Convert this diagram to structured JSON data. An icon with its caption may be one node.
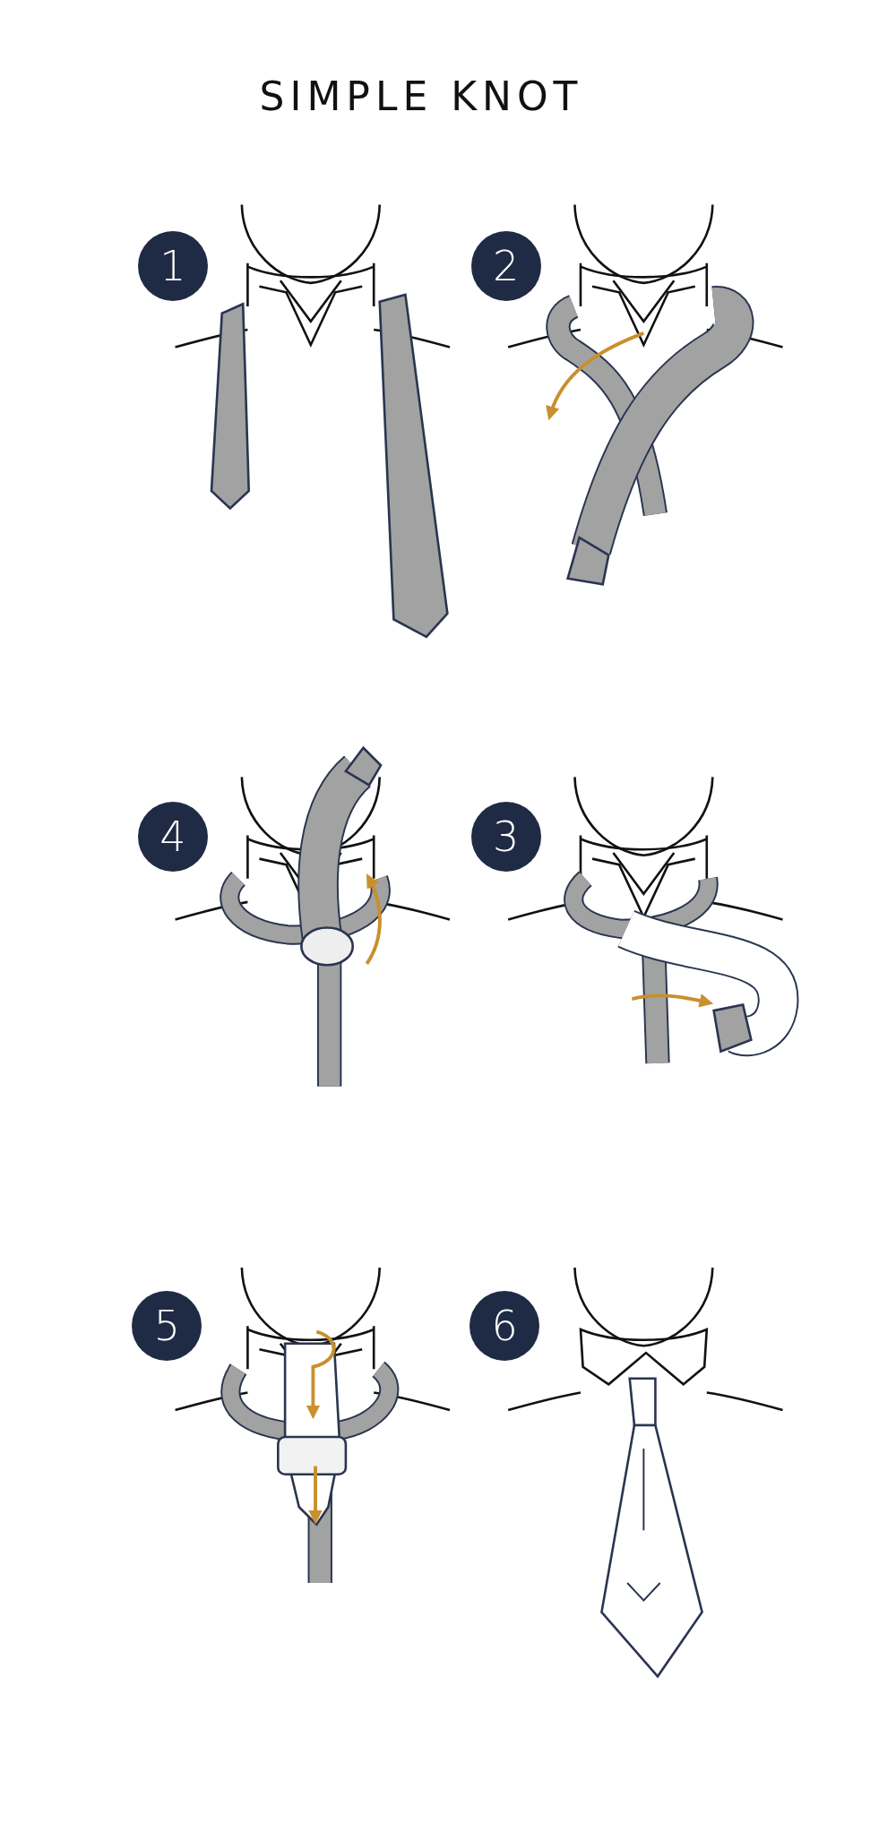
{
  "diagram": {
    "title": "SIMPLE KNOT",
    "nodes": [
      {
        "text": [
          "1"
        ]
      },
      {
        "text": [
          "2"
        ]
      },
      {
        "text": [
          "4"
        ]
      },
      {
        "text": [
          "3"
        ]
      },
      {
        "text": [
          "5"
        ]
      },
      {
        "text": [
          "6"
        ]
      }
    ]
  }
}
